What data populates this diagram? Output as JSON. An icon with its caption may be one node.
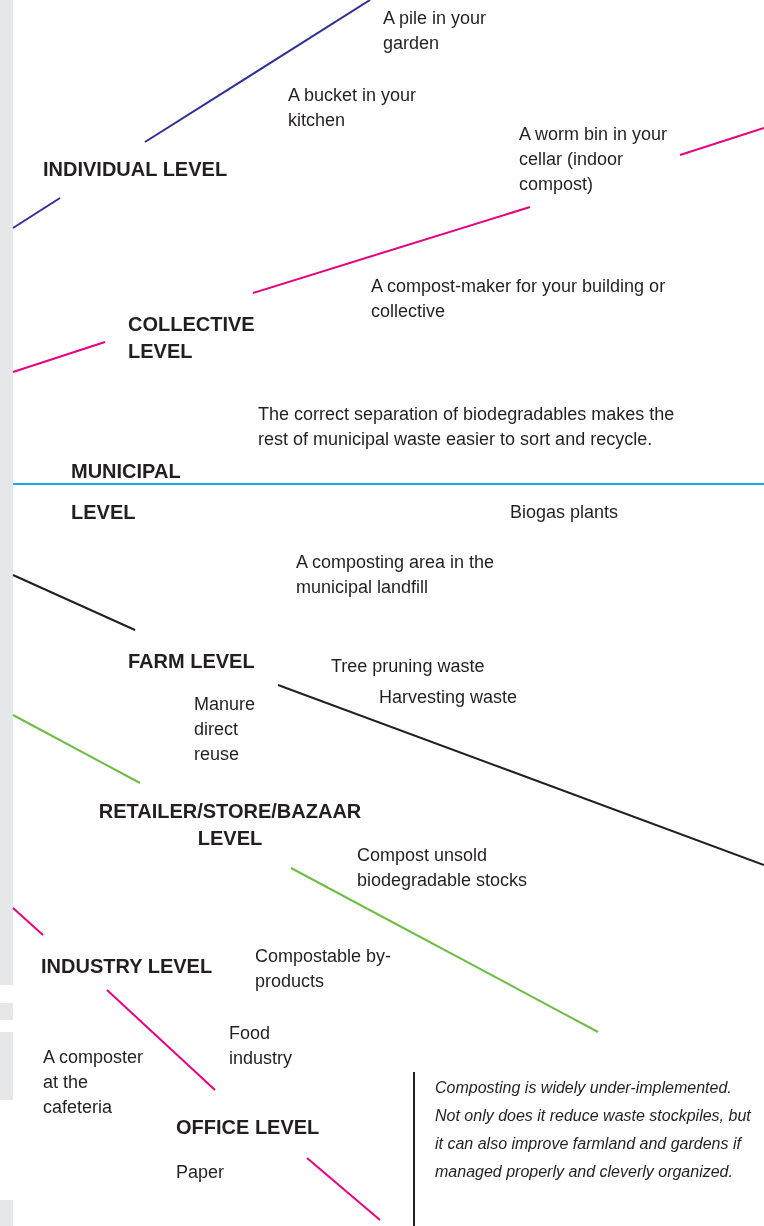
{
  "diagram": {
    "labels": [
      "A pile in your garden",
      "A bucket in your kitchen",
      "A worm bin in your cellar (indoor compost)",
      "INDIVIDUAL LEVEL",
      "A compost-maker for your building or collective",
      "COLLECTIVE LEVEL",
      "The correct separation of biodegradables makes the rest of municipal waste easier to sort and recycle.",
      "MUNICIPAL LEVEL",
      "Biogas plants",
      "A composting area in the municipal landfill",
      "FARM LEVEL",
      "Tree pruning waste",
      "Manure direct reuse",
      "Harvesting waste",
      "RETAILER/STORE/BAZAAR LEVEL",
      "Compost unsold biodegradable stocks",
      "Compostable by-products",
      "INDUSTRY LEVEL",
      "Food industry",
      "A composter at the cafeteria",
      "OFFICE LEVEL",
      "Paper",
      "Composting is widely under-implemented. Not only does it reduce waste stockpiles, but it can also improve farmland and gardens if managed properly and cleverly organized."
    ]
  }
}
